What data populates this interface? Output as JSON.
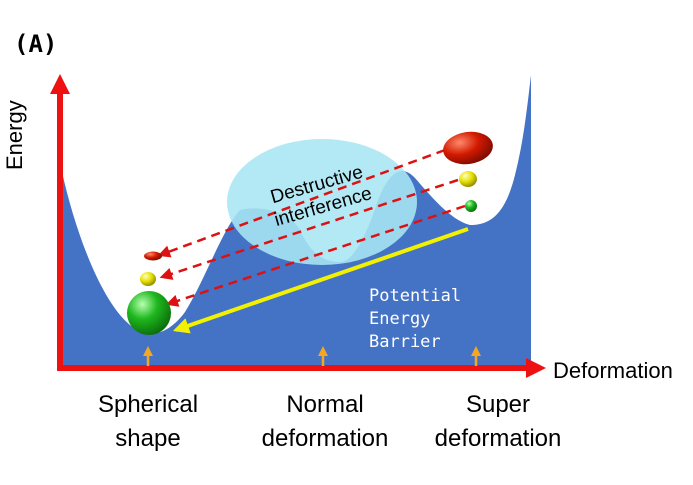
{
  "panel_label": "(A)",
  "y_axis_label": "Energy",
  "x_axis_label": "Deformation",
  "categories": [
    {
      "line1": "Spherical",
      "line2": "shape"
    },
    {
      "line1": "Normal",
      "line2": "deformation"
    },
    {
      "line1": "Super",
      "line2": "deformation"
    }
  ],
  "barrier_label": "Potential\nEnergy\nBarrier",
  "interference_label": {
    "line1": "Destructive",
    "line2": "interference"
  },
  "colors": {
    "axis": "#ee1111",
    "potential_fill": "#4472c4",
    "cloud": "#a8e6f4",
    "arrow_dashed": "#dd1111",
    "yellow_line": "#f2f200",
    "tick_arrow": "#f5a623",
    "sphere_green": "#22bb22",
    "sphere_yellow": "#e8e000",
    "ellipse_red": "#cc1100"
  }
}
